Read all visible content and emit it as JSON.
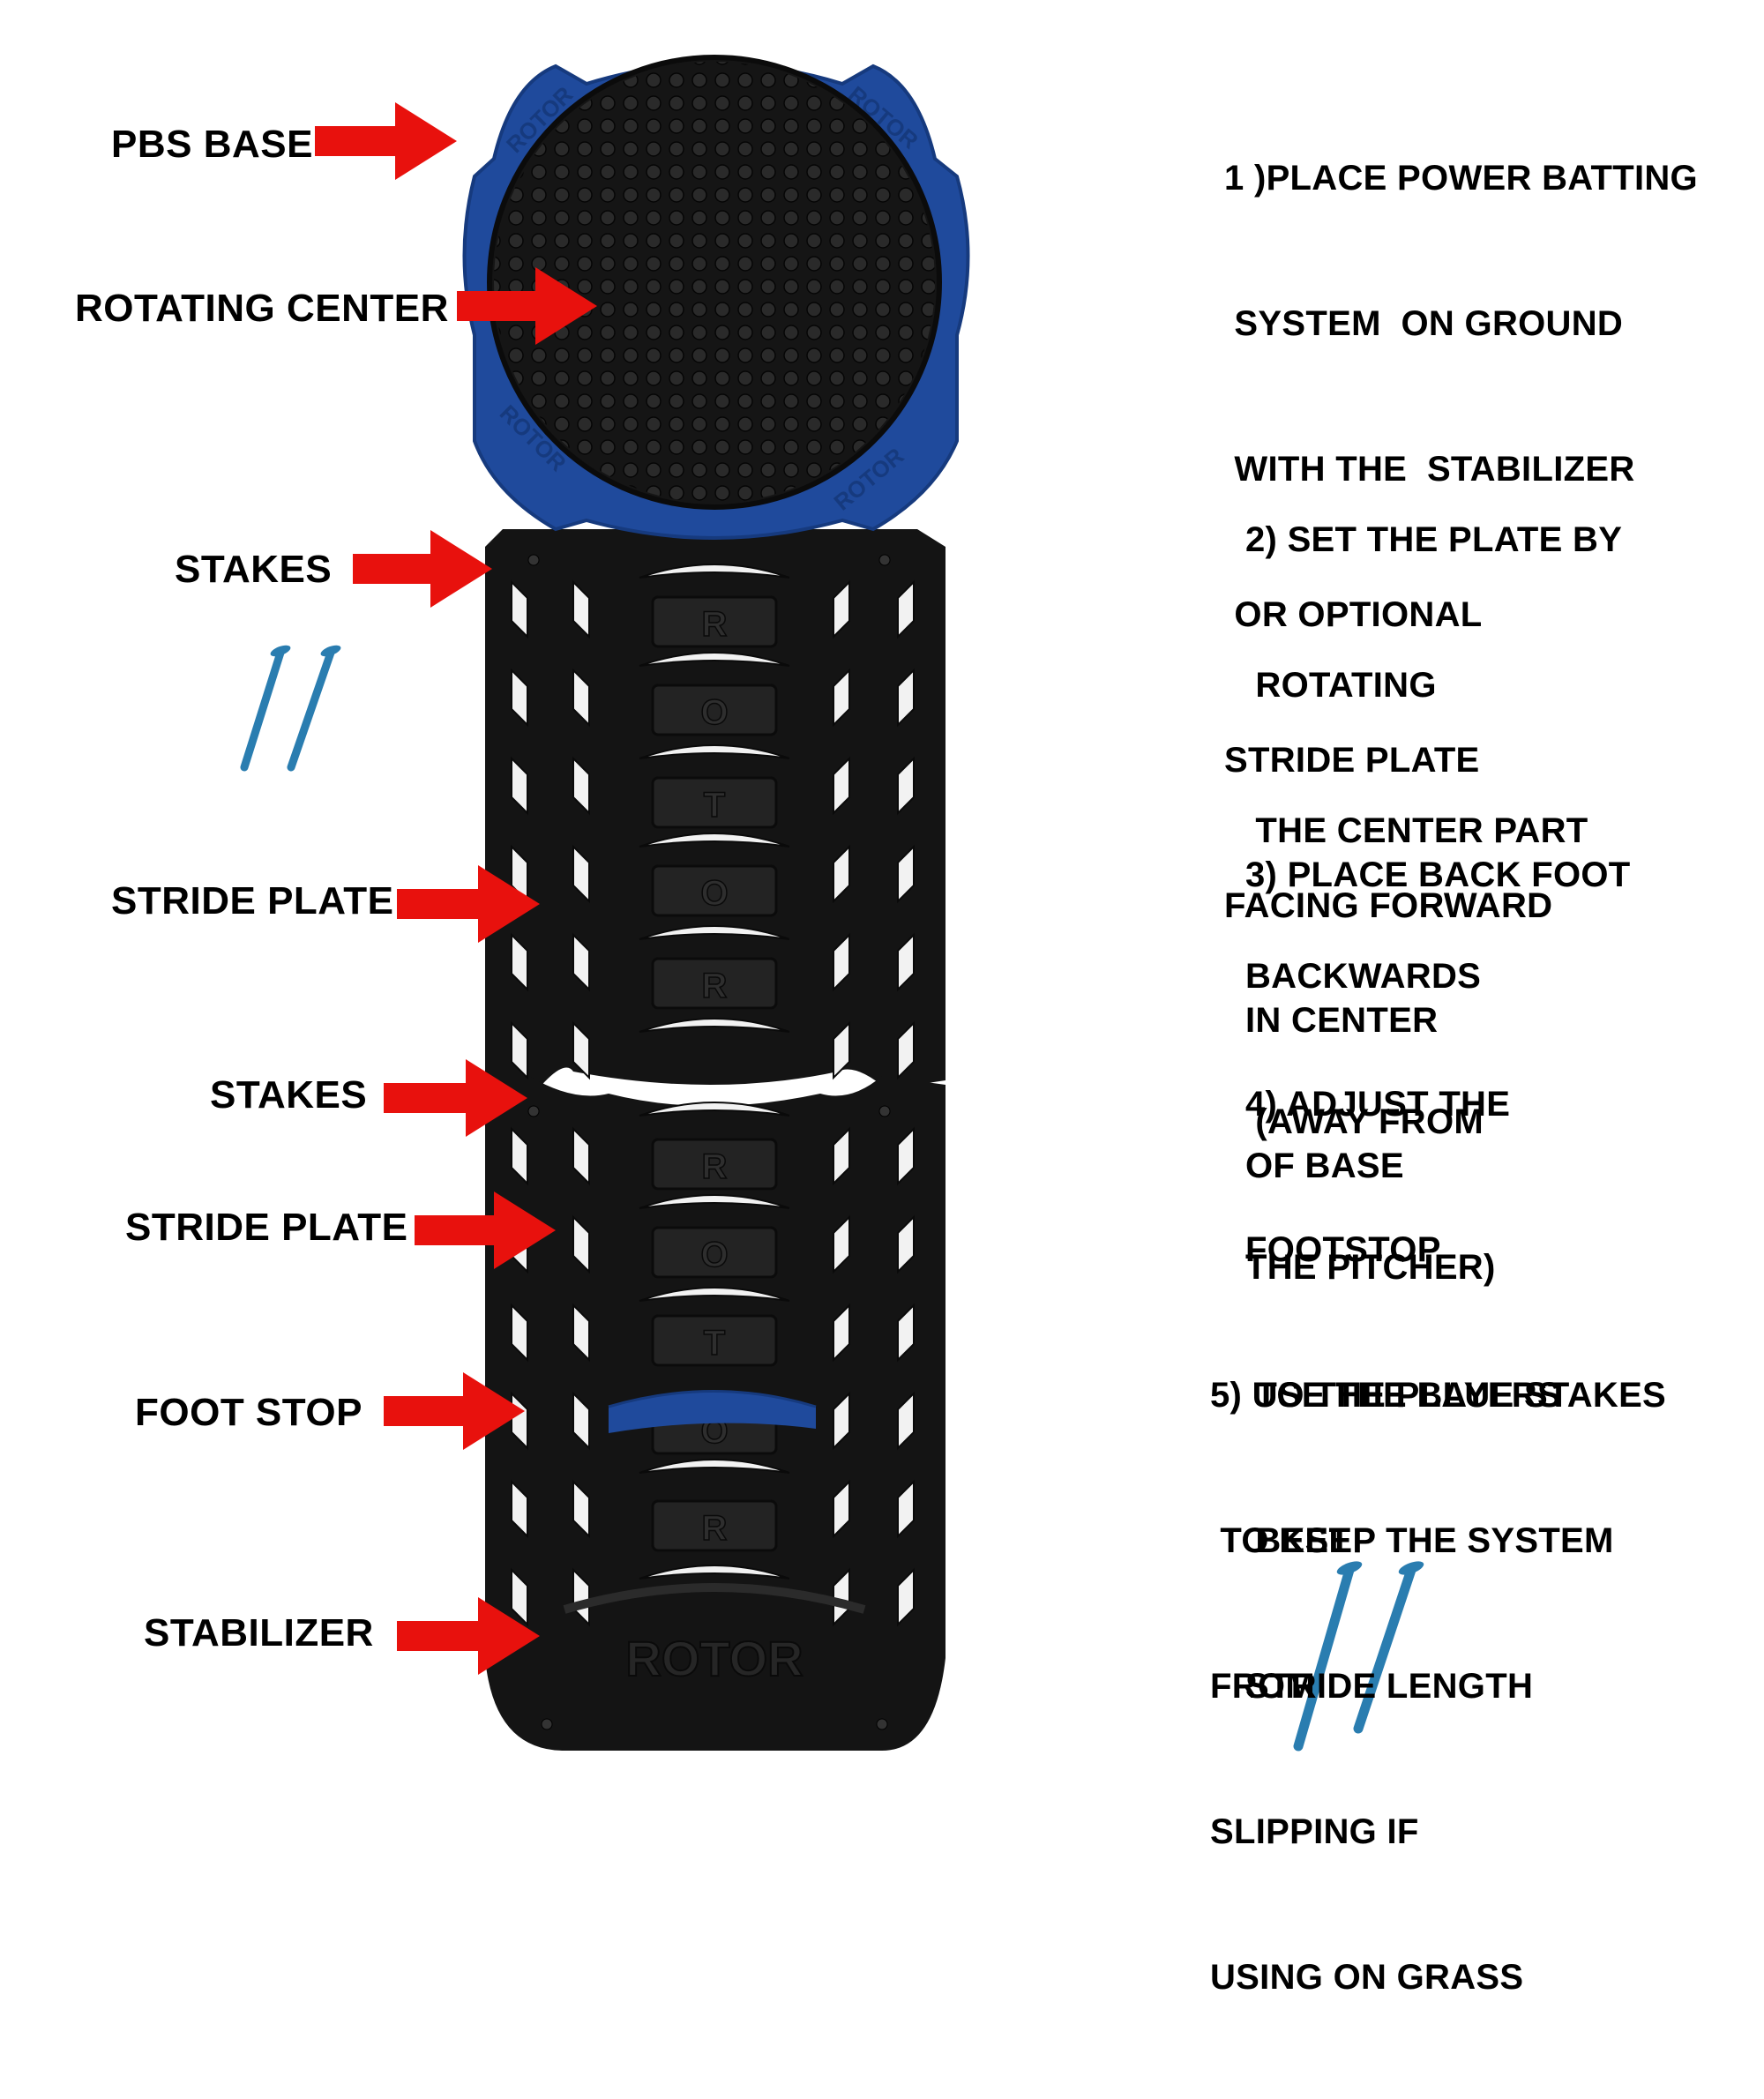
{
  "colors": {
    "arrow": "#e8110d",
    "base_blue": "#1f4a9c",
    "base_blue_dark": "#163a7e",
    "plate_black": "#141414",
    "rib_black": "#232323",
    "slot_white": "#f2f2f2",
    "stake_blue": "#2a7db0",
    "text": "#000000"
  },
  "labels": {
    "pbs_base": "PBS BASE",
    "rotating_center": "ROTATING CENTER",
    "stakes_1": "STAKES",
    "stride_plate_1": "STRIDE PLATE",
    "stakes_2": "STAKES",
    "stride_plate_2": "STRIDE PLATE",
    "foot_stop": "FOOT STOP",
    "stabilizer": "STABILIZER"
  },
  "product": {
    "brand_mark": "ROTOR",
    "letters": [
      "R",
      "O",
      "T",
      "O",
      "R"
    ]
  },
  "instructions": [
    {
      "lines": [
        "1 )PLACE POWER BATTING",
        " SYSTEM  ON GROUND",
        " WITH THE  STABILIZER",
        " OR OPTIONAL",
        "STRIDE PLATE",
        "FACING FORWARD"
      ]
    },
    {
      "lines": [
        "2) SET THE PLATE BY",
        " ROTATING",
        " THE CENTER PART",
        "BACKWARDS",
        " (AWAY FROM",
        "THE PITCHER)"
      ]
    },
    {
      "lines": [
        "3) PLACE BACK FOOT",
        "IN CENTER",
        "OF BASE"
      ]
    },
    {
      "lines": [
        "4) ADJUST THE",
        "FOOTSTOP",
        " TO THE PLAYERS",
        " BEST",
        "STRIDE LENGTH"
      ]
    },
    {
      "lines": [
        "5) USE THE BLUE STAKES",
        " TO KEEP THE SYSTEM",
        "FROM",
        "SLIPPING IF",
        "USING ON GRASS"
      ]
    }
  ]
}
